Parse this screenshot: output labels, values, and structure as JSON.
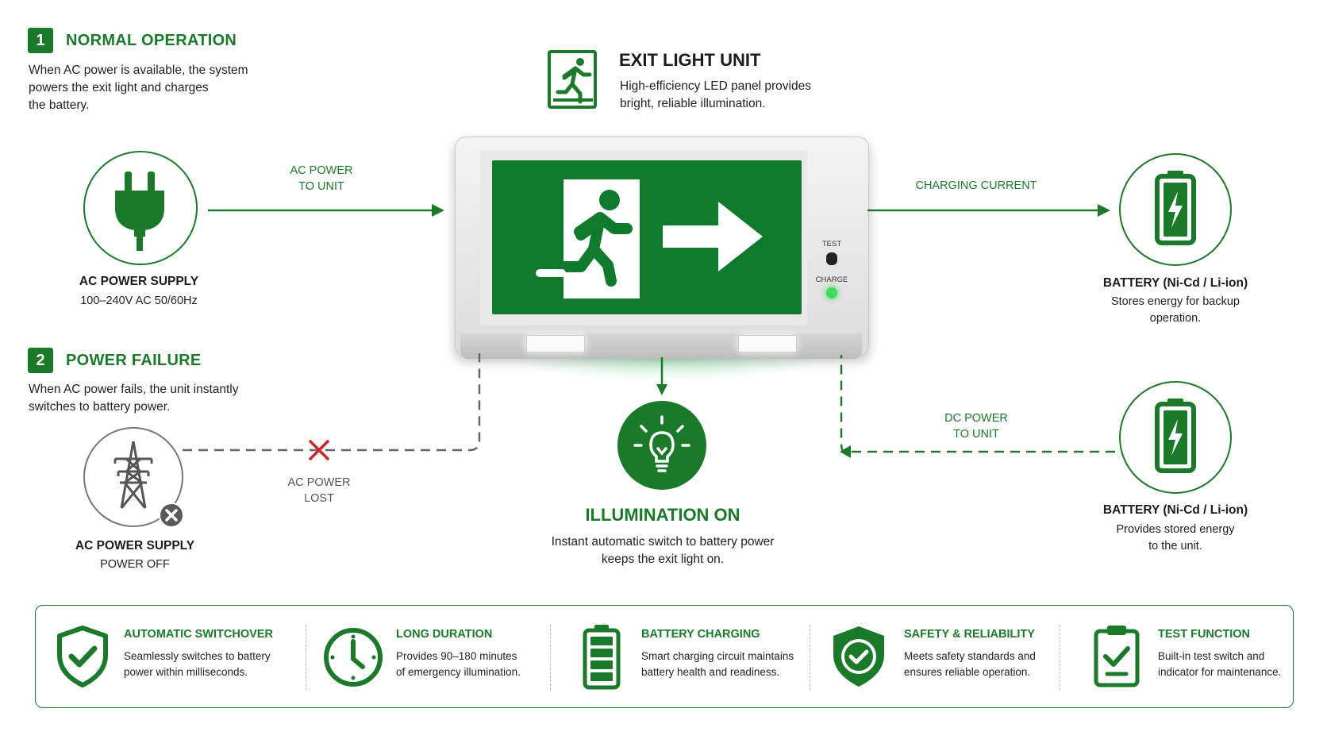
{
  "normal": {
    "num": "1",
    "title": "NORMAL OPERATION",
    "desc": "When AC power is available, the system\npowers the exit light and charges\nthe battery."
  },
  "exit_unit": {
    "title": "EXIT LIGHT UNIT",
    "desc": "High-efficiency LED panel provides\nbright, reliable illumination.",
    "test_label": "TEST",
    "charge_label": "CHARGE"
  },
  "ac_supply": {
    "title": "AC POWER SUPPLY",
    "sub": "100–240V AC 50/60Hz",
    "arrow_label": "AC POWER\nTO UNIT"
  },
  "charging": {
    "arrow_label": "CHARGING CURRENT"
  },
  "battery1": {
    "title": "BATTERY (Ni-Cd / Li-ion)",
    "sub": "Stores energy for backup\noperation."
  },
  "failure": {
    "num": "2",
    "title": "POWER FAILURE",
    "desc": "When AC power fails, the unit instantly\nswitches to battery power."
  },
  "ac_off": {
    "title": "AC POWER SUPPLY",
    "sub": "POWER OFF",
    "lost_label": "AC POWER\nLOST"
  },
  "dc": {
    "arrow_label": "DC POWER\nTO UNIT"
  },
  "battery2": {
    "title": "BATTERY (Ni-Cd / Li-ion)",
    "sub": "Provides stored energy\nto the unit."
  },
  "illumination": {
    "title": "ILLUMINATION ON",
    "desc": "Instant automatic switch to battery power\nkeeps the exit light on."
  },
  "features": [
    {
      "icon": "shield-check-icon",
      "title": "AUTOMATIC SWITCHOVER",
      "desc": "Seamlessly switches to battery\npower within milliseconds."
    },
    {
      "icon": "clock-icon",
      "title": "LONG DURATION",
      "desc": "Provides 90–180 minutes\nof emergency illumination."
    },
    {
      "icon": "battery-icon",
      "title": "BATTERY CHARGING",
      "desc": "Smart charging circuit maintains\nbattery health and readiness."
    },
    {
      "icon": "badge-check-icon",
      "title": "SAFETY & RELIABILITY",
      "desc": "Meets safety standards and\nensures reliable operation."
    },
    {
      "icon": "clipboard-check-icon",
      "title": "TEST FUNCTION",
      "desc": "Built-in test switch and\nindicator for maintenance."
    }
  ],
  "colors": {
    "accent": "#1b7a2a",
    "sign_green": "#0f7a2c",
    "failure_red": "#c62828"
  }
}
